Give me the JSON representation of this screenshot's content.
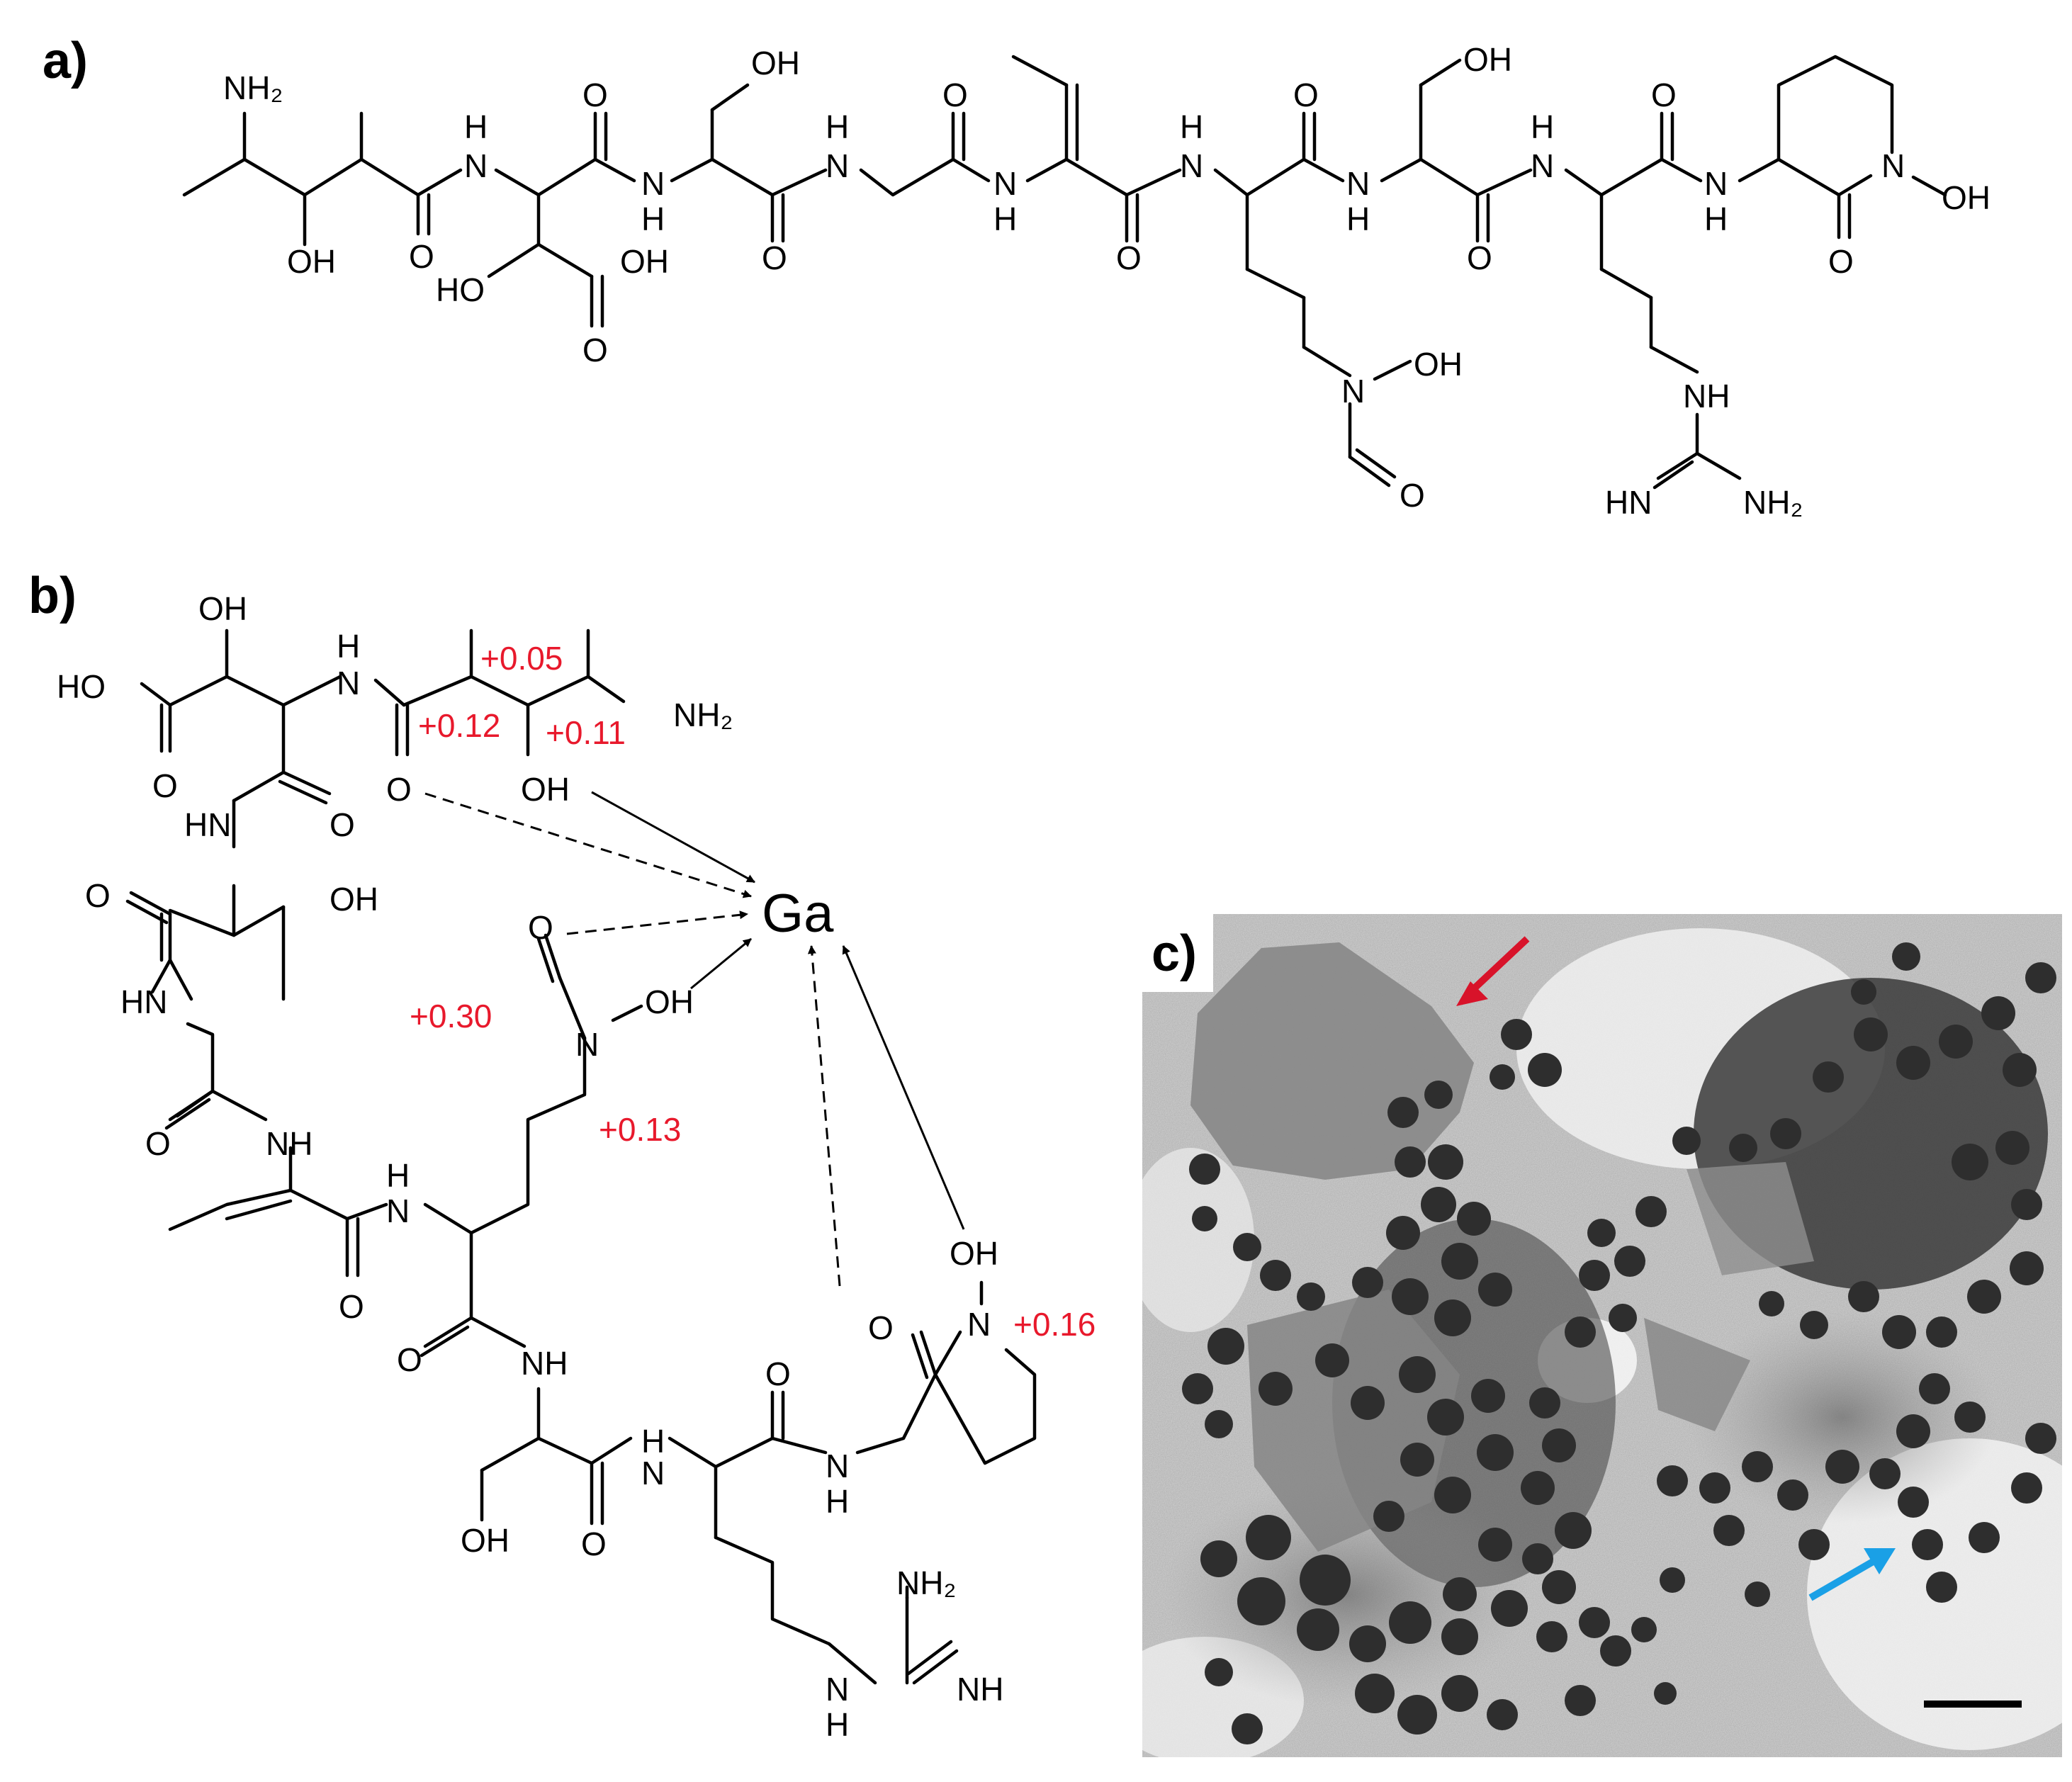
{
  "panels": {
    "a": {
      "label": "a)"
    },
    "b": {
      "label": "b)",
      "metal": "Ga",
      "charges": [
        "+0.05",
        "+0.12",
        "+0.11",
        "+0.30",
        "+0.13",
        "+0.16"
      ]
    },
    "c": {
      "label": "c)",
      "arrows": [
        {
          "color": "#d8132a",
          "target": "large faceted particle"
        },
        {
          "color": "#1aa0e6",
          "target": "small nanoparticle"
        }
      ],
      "scale_bar": "present"
    }
  },
  "atom_labels": {
    "NH2": "NH₂",
    "OH": "OH",
    "HO": "HO",
    "O": "O",
    "N": "N",
    "H": "H",
    "NH": "NH",
    "HN": "HN"
  }
}
